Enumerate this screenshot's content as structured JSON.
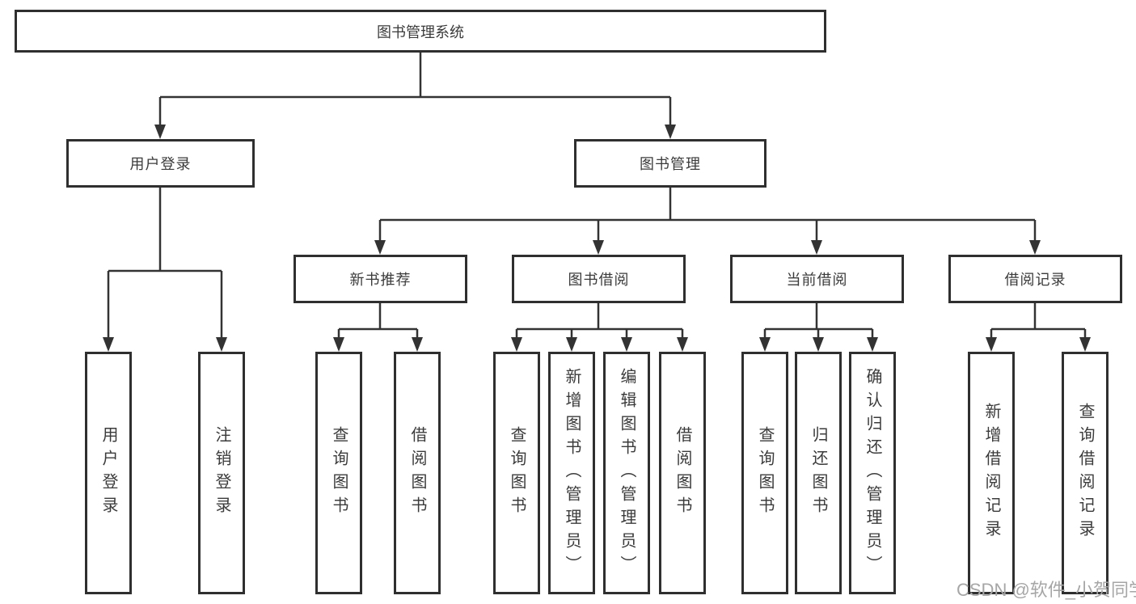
{
  "colors": {
    "border": "#2f2f2f",
    "line": "#333333",
    "text": "#3b3b3b",
    "watermark": "#a6a6a6",
    "background": "#ffffff"
  },
  "diagram": {
    "root": {
      "label": "图书管理系统"
    },
    "branches": {
      "user_login": {
        "label": "用户登录"
      },
      "book_mgmt": {
        "label": "图书管理"
      }
    },
    "modules": {
      "new_books": {
        "label": "新书推荐"
      },
      "book_borrow": {
        "label": "图书借阅"
      },
      "current_borrow": {
        "label": "当前借阅"
      },
      "borrow_records": {
        "label": "借阅记录"
      }
    },
    "leaves": {
      "user_login_login": {
        "label": "用户登录"
      },
      "user_login_logout": {
        "label": "注销登录"
      },
      "new_books_query": {
        "label": "查询图书"
      },
      "new_books_borrow": {
        "label": "借阅图书"
      },
      "book_borrow_query": {
        "label": "查询图书"
      },
      "book_borrow_add": {
        "label": "新增图书（管理员）"
      },
      "book_borrow_edit": {
        "label": "编辑图书（管理员）"
      },
      "book_borrow_borrow": {
        "label": "借阅图书"
      },
      "current_query": {
        "label": "查询图书"
      },
      "current_return": {
        "label": "归还图书"
      },
      "current_confirm": {
        "label": "确认归还（管理员）"
      },
      "records_add": {
        "label": "新增借阅记录"
      },
      "records_query": {
        "label": "查询借阅记录"
      }
    }
  },
  "watermark": {
    "text": "CSDN @软件_小贺同学"
  }
}
